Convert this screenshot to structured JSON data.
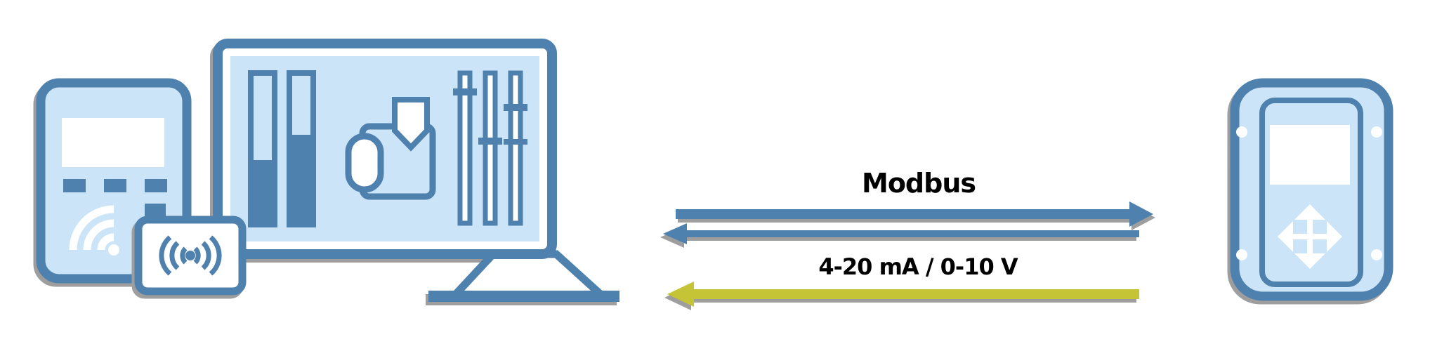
{
  "colors": {
    "blue": "#4F81AE",
    "light": "#CBE4F7",
    "yellow": "#C5C436",
    "shadow": "#9E9E9E",
    "ink": "#000000"
  },
  "connections": {
    "digital": {
      "label": "Modbus",
      "direction": "bidirectional"
    },
    "analog": {
      "label": "4-20 mA / 0-10 V",
      "direction": "right-to-left"
    }
  },
  "icons": {
    "handheld": "handheld-device-icon",
    "wireless": "wireless-signal-icon",
    "rfid": "rfid-tag-icon",
    "monitor": "pc-monitor-icon",
    "bars": "level-bars-icon",
    "download": "data-download-icon",
    "sliders": "sliders-icon",
    "field_device": "field-device-icon",
    "keypad": "navigation-keypad-icon"
  }
}
